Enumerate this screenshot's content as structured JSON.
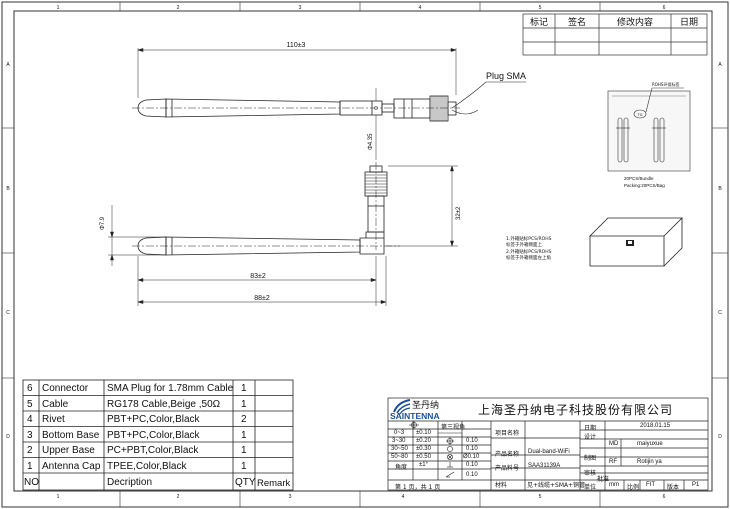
{
  "border": {
    "top_zones": [
      "1",
      "2",
      "3",
      "4",
      "5",
      "6"
    ],
    "bottom_zones": [
      "1",
      "2",
      "3",
      "4",
      "5",
      "6"
    ],
    "left_zones": [
      "A",
      "B",
      "C",
      "D"
    ],
    "right_zones": [
      "A",
      "B",
      "C",
      "D"
    ]
  },
  "revision": {
    "headers": [
      "标记",
      "签名",
      "修改内容",
      "日期"
    ]
  },
  "dims": {
    "overall_length": "110±3",
    "top_dia": "Φ4.35",
    "side_height": "32±2",
    "body_dia": "Φ7.9",
    "len_83": "83±2",
    "len_88": "88±2"
  },
  "callout": {
    "plug_sma": "Plug SMA"
  },
  "packaging": {
    "bag_label": "ROHS环保标签",
    "tag": "TG",
    "qty_line1": "20PCS/Bundle",
    "qty_line2": "Packing:20PCS/Bag",
    "note1": "1.外箱贴标PCS/ROHS",
    "note1b": "标签于外箱侧面上.",
    "note2": "2.外箱贴标PCS/ROHS",
    "note2b": "标签于外箱侧面左上角"
  },
  "bom": {
    "rows": [
      {
        "no": "6",
        "part": "Connector",
        "desc": "SMA Plug for 1.78mm Cable",
        "qty": "1",
        "remark": ""
      },
      {
        "no": "5",
        "part": "Cable",
        "desc": "RG178 Cable,Beige ,50Ω",
        "qty": "1",
        "remark": ""
      },
      {
        "no": "4",
        "part": "Rivet",
        "desc": "PBT+PC,Color,Black",
        "qty": "2",
        "remark": ""
      },
      {
        "no": "3",
        "part": "Bottom Base",
        "desc": "PBT+PC,Color,Black",
        "qty": "1",
        "remark": ""
      },
      {
        "no": "2",
        "part": "Upper Base",
        "desc": "PC+PBT,Color,Black",
        "qty": "1",
        "remark": ""
      },
      {
        "no": "1",
        "part": "Antenna Cap",
        "desc": "TPEE,Color,Black",
        "qty": "1",
        "remark": ""
      }
    ],
    "header": {
      "no": "NO",
      "part": "",
      "desc": "Decription",
      "qty": "QTY",
      "remark": "Remark"
    }
  },
  "title_block": {
    "logo_cn": "圣丹纳",
    "logo_en": "SAINTENNA",
    "company": "上海圣丹纳电子科技股份有限公司",
    "projection": "第三视角",
    "tol_ranges": [
      "0~3",
      "3~30",
      "30~50",
      "50~80",
      "角度"
    ],
    "tol_values": [
      "±0.10",
      "±0.20",
      "±0.30",
      "±0.50",
      "±1°"
    ],
    "gdt_values": [
      "0.10",
      "0.10",
      "Ø0.10",
      "0.10",
      "0.10"
    ],
    "labels": {
      "project": "项目名称",
      "product_name": "产品名称",
      "part_no": "产品料号",
      "material": "材料",
      "date": "日期",
      "design": "设计",
      "drafter": "制图",
      "check": "审核",
      "approve": "批准",
      "unit": "单位",
      "scale": "比例",
      "version": "版本",
      "sheet": "第 1 页，共 1 页"
    },
    "values": {
      "product_name": "Dual-band-WiFi",
      "part_no": "SAA31139A",
      "material": "见+线缆+SMA+铜管",
      "date": "2018.01.15",
      "md_label": "MD",
      "md_name": "maiyuxue",
      "rf_label": "RF",
      "rf_name": "Rotijin ya",
      "unit": "mm",
      "scale": "FIT",
      "version": "P1"
    }
  }
}
